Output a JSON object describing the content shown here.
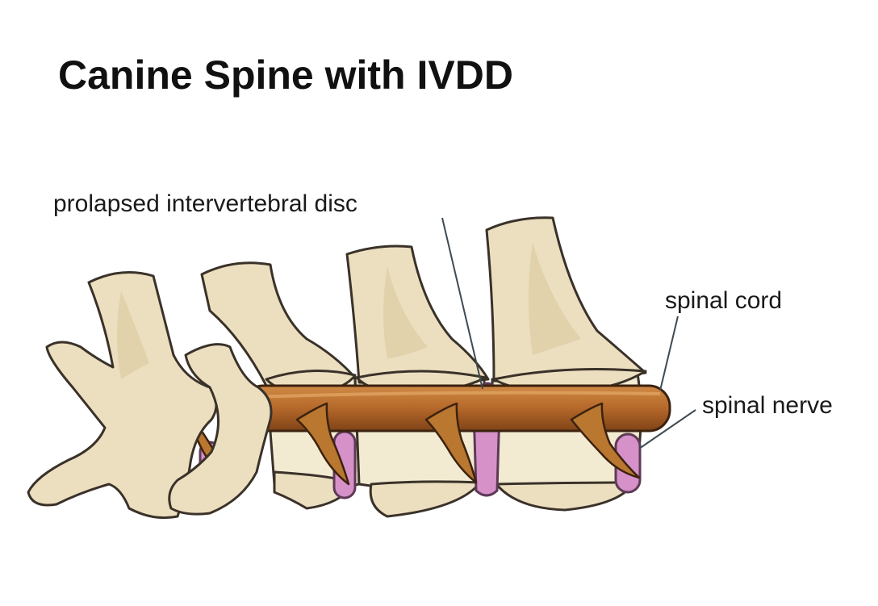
{
  "diagram": {
    "title": "Canine Spine with IVDD",
    "labels": {
      "disc": "prolapsed intervertebral disc",
      "cord": "spinal cord",
      "nerve": "spinal nerve"
    },
    "colors": {
      "bone": "#ecdfc0",
      "outline": "#3a3229",
      "disc": "#d591c8",
      "cord": "#b5682a",
      "nerve": "#b9772f"
    }
  }
}
